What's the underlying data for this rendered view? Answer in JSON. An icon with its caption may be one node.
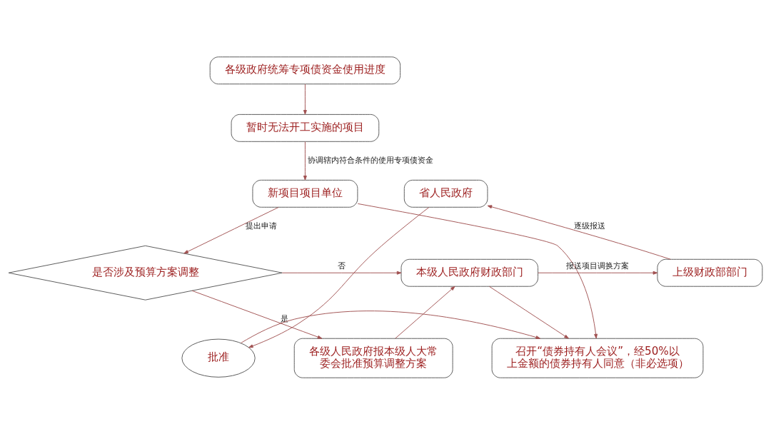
{
  "diagram": {
    "nodes": [
      {
        "text": [
          "各级政府统筹专项债资金使用进度"
        ]
      },
      {
        "text": [
          "暂时无法开工实施的项目"
        ]
      },
      {
        "text": [
          "新项目项目单位"
        ]
      },
      {
        "text": [
          "是否涉及预算方案调整"
        ]
      },
      {
        "text": [
          "本级人民政府财政部门"
        ]
      },
      {
        "text": [
          "各级人民政府报本级人大常委会批准预算调整方案"
        ]
      },
      {
        "text": [
          "召开“债券持有人会议”，经50%以上金额的债券持有人同意（非必选项）"
        ]
      },
      {
        "text": [
          "批准"
        ]
      },
      {
        "text": [
          "省人民政府"
        ]
      },
      {
        "text": [
          "上级财政部部门"
        ]
      }
    ],
    "edges": [
      {
        "from": 0,
        "to": 1,
        "arrow": "to"
      },
      {
        "from": 1,
        "to": 2,
        "arrow": "to",
        "label": "协调辖内符合条件的使用专项债资金"
      },
      {
        "from": 2,
        "to": 3,
        "arrow": "to",
        "label": "提出申请"
      },
      {
        "from": 3,
        "to": 4,
        "arrow": "to",
        "label": "否"
      },
      {
        "from": 3,
        "to": 5,
        "arrow": "to",
        "label": "是"
      },
      {
        "from": 5,
        "to": 4,
        "arrow": "to"
      },
      {
        "from": 4,
        "to": 6,
        "arrow": "to"
      },
      {
        "from": 2,
        "to": 6,
        "arrow": "to"
      },
      {
        "from": 4,
        "to": 9,
        "arrow": "to",
        "label": "报送项目调换方案"
      },
      {
        "from": 9,
        "to": 8,
        "arrow": "to",
        "label": "逐级报送"
      },
      {
        "from": 8,
        "to": 7,
        "arrow": "to"
      },
      {
        "from": 7,
        "to": 6,
        "arrow": "to"
      }
    ]
  }
}
